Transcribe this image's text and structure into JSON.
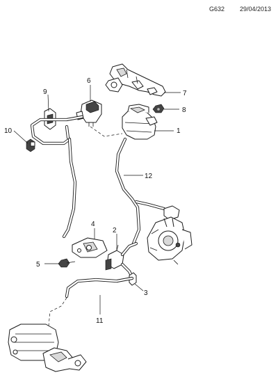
{
  "header": {
    "code": "G632",
    "date": "29/04/2013"
  },
  "callouts": [
    {
      "id": "1",
      "label": "1"
    },
    {
      "id": "2",
      "label": "2"
    },
    {
      "id": "3",
      "label": "3"
    },
    {
      "id": "4",
      "label": "4"
    },
    {
      "id": "5",
      "label": "5"
    },
    {
      "id": "6",
      "label": "6"
    },
    {
      "id": "7",
      "label": "7"
    },
    {
      "id": "8",
      "label": "8"
    },
    {
      "id": "9",
      "label": "9"
    },
    {
      "id": "10",
      "label": "10"
    },
    {
      "id": "11",
      "label": "11"
    },
    {
      "id": "12",
      "label": "12"
    }
  ]
}
